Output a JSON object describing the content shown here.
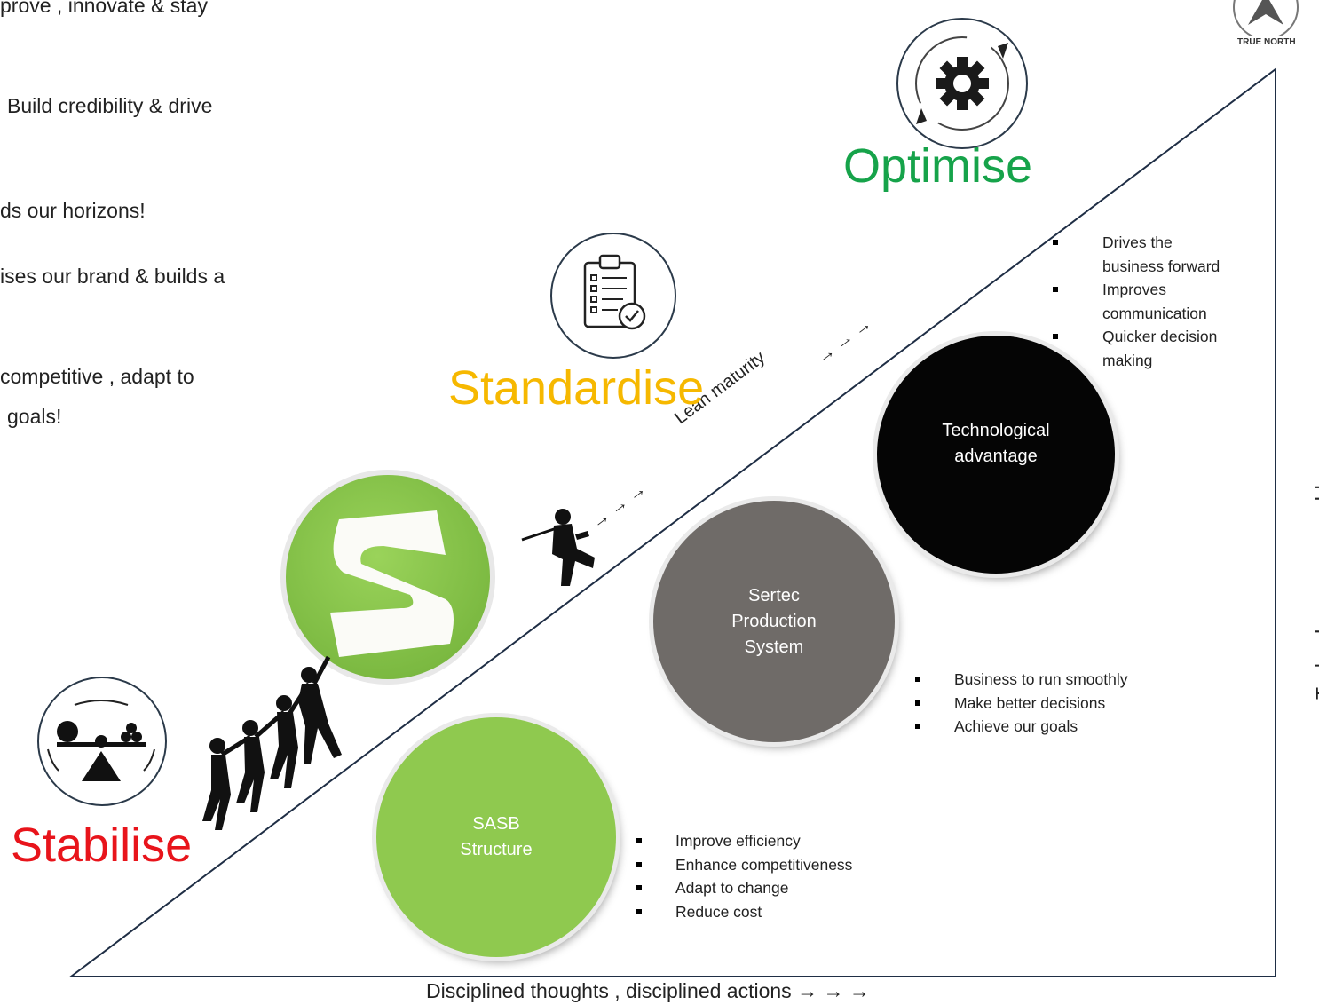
{
  "left_text": {
    "line1": "prove , innovate & stay",
    "line2": "Build credibility & drive",
    "line3": "ds our horizons!",
    "line4": "ises our brand & builds a",
    "line5": "competitive , adapt to",
    "line6": "goals!"
  },
  "stages": {
    "stabilise": {
      "label": "Stabilise",
      "color": "#e8141b"
    },
    "standardise": {
      "label": "Standardise",
      "color": "#f6b800"
    },
    "optimise": {
      "label": "Optimise",
      "color": "#16a34a"
    }
  },
  "circles": {
    "sasb": {
      "label": "SASB\nStructure",
      "color": "#8fc94f"
    },
    "sertec": {
      "label": "Sertec\nProduction\nSystem",
      "color": "#6f6b68"
    },
    "tech": {
      "label": "Technological\nadvantage",
      "color": "#050505"
    }
  },
  "bullets": {
    "sasb": [
      "Improve efficiency",
      "Enhance competitiveness",
      "Adapt to change",
      "Reduce cost"
    ],
    "sertec": [
      "Business to run smoothly",
      "Make better decisions",
      "Achieve our goals"
    ],
    "tech": [
      "Drives the business forward",
      "Improves communication",
      "Quicker decision making"
    ]
  },
  "axis": {
    "bottom": "Disciplined thoughts , disciplined actions → → →",
    "right": "Technology as an enabler → → →",
    "hypotenuse": "Lean maturity",
    "arrows_lower": "→ → →",
    "arrows_upper": "→ → →"
  },
  "logo": {
    "text": "TRUE NORTH"
  },
  "icons": {
    "optimise": "gear-cycle-icon",
    "standardise": "clipboard-checklist-icon",
    "stabilise": "balance-scale-icon",
    "brand": "s-logo-icon",
    "climbers": "people-pushing-silhouette",
    "climber": "hiker-silhouette"
  },
  "colors": {
    "triangle_stroke": "#1f2e45",
    "icon_stroke": "#2b3a4a"
  }
}
